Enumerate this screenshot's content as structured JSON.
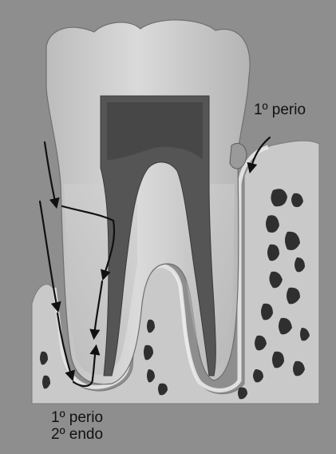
{
  "labels": {
    "top_right": "1º perio",
    "bottom_line1": "1º perio",
    "bottom_line2": "2º endo"
  },
  "colors": {
    "background": "#8e8e8e",
    "enamel": "#d4d4d4",
    "dentin": "#c5c5c5",
    "pulp": "#555555",
    "bone": "#bdbdbd",
    "bone_cavity": "#2f2f2f",
    "arrow": "#111111"
  }
}
